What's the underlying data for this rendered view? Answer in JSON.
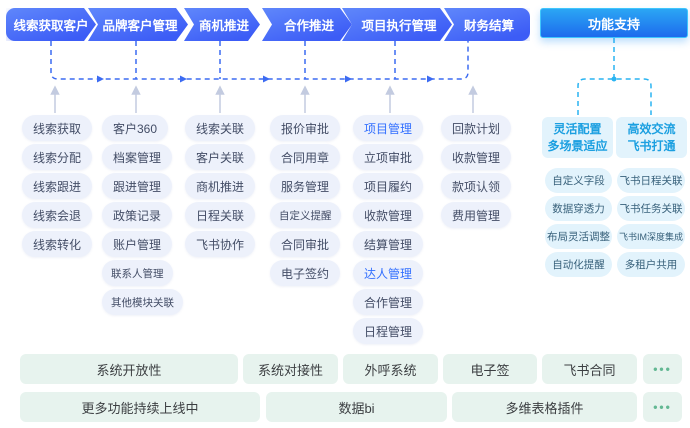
{
  "colors": {
    "phase_gradient_from": "#5f87fb",
    "phase_gradient_to": "#3c5cf6",
    "flow_line_blue": "#3c6bf2",
    "support_cyan": "#29b4f2",
    "pin_gray": "#c3cbe0",
    "pill_bg": "#edf1fb",
    "pill_text": "#434d66",
    "highlight_text": "#3370ff",
    "support_bg": "#e2f3fc",
    "support_header_text": "#1b9fe0",
    "footer_bg": "#e7f3ee",
    "footer_dots": "#63b893"
  },
  "phases": [
    {
      "label": "线索获取客户",
      "items": [
        "线索获取",
        "线索分配",
        "线索跟进",
        "线索会退",
        "线索转化"
      ]
    },
    {
      "label": "品牌客户管理",
      "items": [
        "客户360",
        "档案管理",
        "跟进管理",
        "政策记录",
        "账户管理",
        "联系人管理",
        "其他模块关联"
      ]
    },
    {
      "label": "商机推进",
      "items": [
        "线索关联",
        "客户关联",
        "商机推进",
        "日程关联",
        "飞书协作"
      ]
    },
    {
      "label": "合作推进",
      "items": [
        "报价审批",
        "合同用章",
        "服务管理",
        "自定义提醒",
        "合同审批",
        "电子签约"
      ]
    },
    {
      "label": "项目执行管理",
      "items": [
        "项目管理",
        "立项审批",
        "项目履约",
        "收款管理",
        "结算管理",
        "达人管理",
        "合作管理",
        "日程管理"
      ],
      "highlighted": [
        "项目管理",
        "达人管理"
      ]
    },
    {
      "label": "财务结算",
      "items": [
        "回款计划",
        "收款管理",
        "款项认领",
        "费用管理"
      ]
    }
  ],
  "support": {
    "title": "功能支持",
    "groups": [
      {
        "header": "灵活配置\n多场景适应",
        "items": [
          "自定义字段",
          "数据穿透力",
          "布局灵活调整",
          "自动化提醒"
        ]
      },
      {
        "header": "高效交流\n飞书打通",
        "items": [
          "飞书日程关联",
          "飞书任务关联",
          "飞书IM深度集成",
          "多租户共用"
        ]
      }
    ]
  },
  "footer": {
    "row1": [
      "系统开放性",
      "系统对接性",
      "外呼系统",
      "电子签",
      "飞书合同",
      "•••"
    ],
    "row2": [
      "更多功能持续上线中",
      "数据bi",
      "多维表格插件",
      "•••"
    ]
  }
}
